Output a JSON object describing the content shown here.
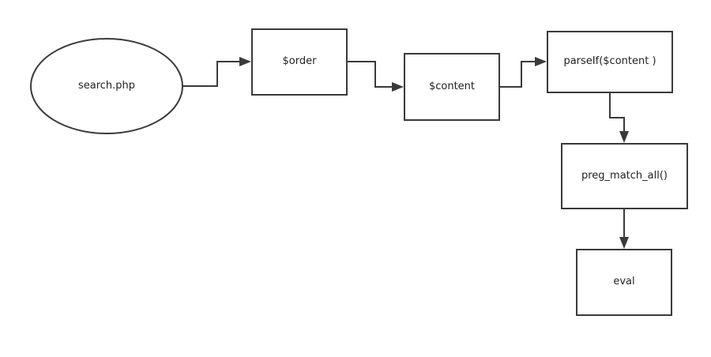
{
  "nodes": {
    "search_php": "search.php",
    "order": "$order",
    "content": "$content",
    "parse_if": "parseIf($content )",
    "preg_match_all": "preg_match_all()",
    "eval": "eval"
  },
  "colors": {
    "stroke": "#3a3a3a",
    "fill": "#ffffff",
    "text": "#222222"
  }
}
